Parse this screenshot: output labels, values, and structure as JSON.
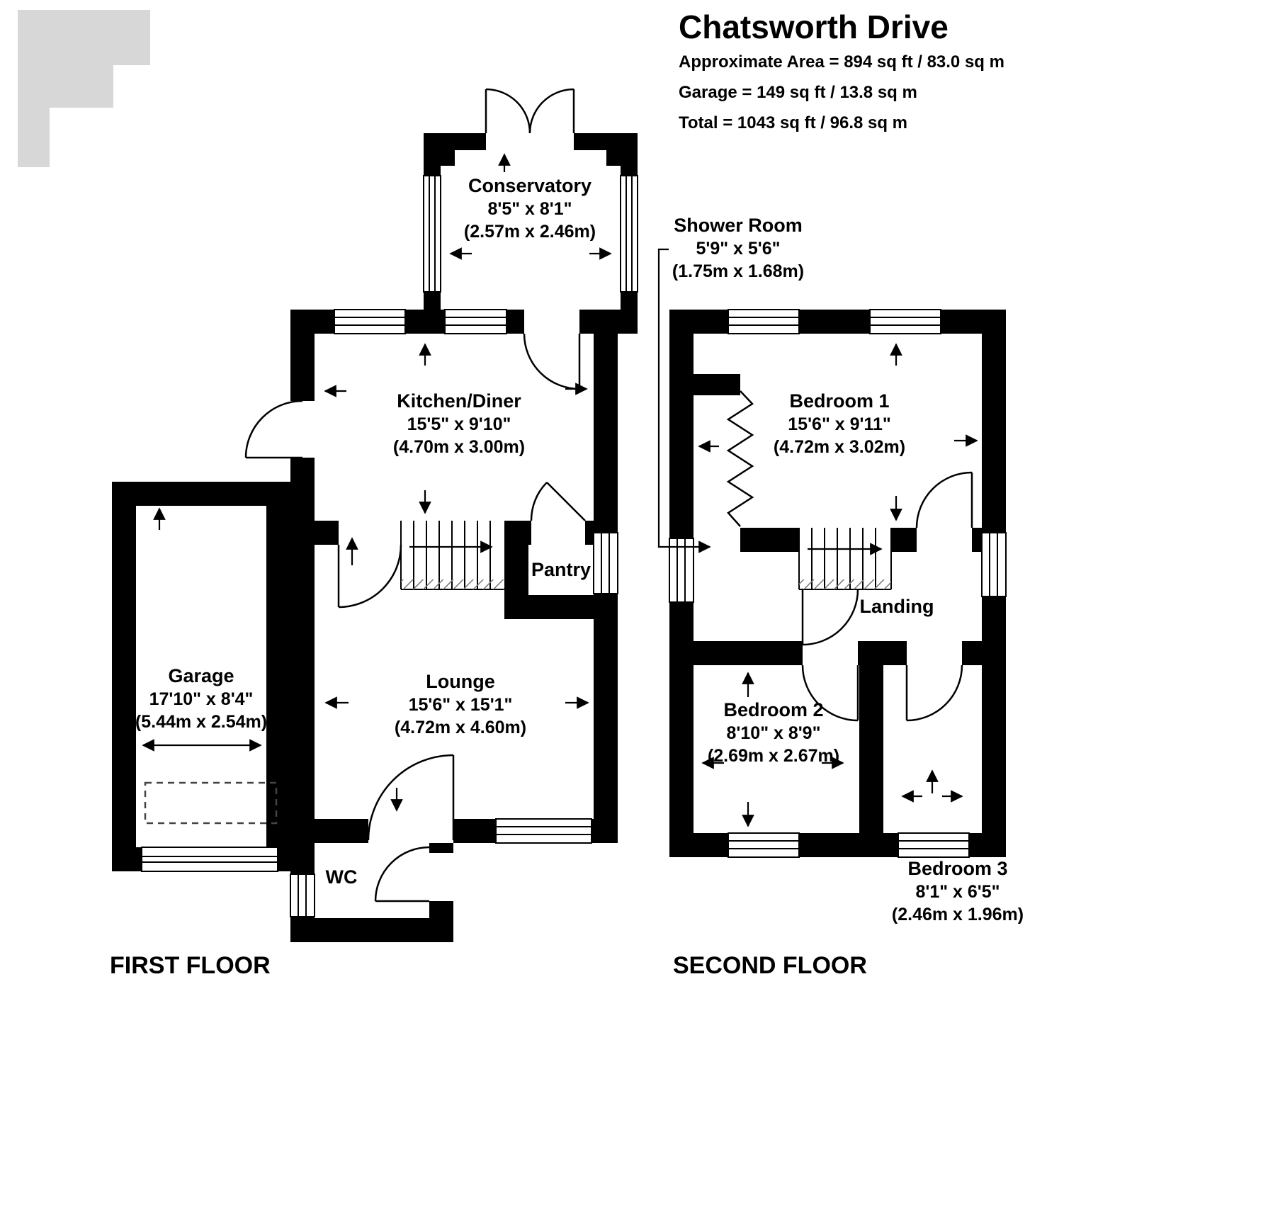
{
  "title_block": {
    "title": "Chatsworth Drive",
    "area_line": "Approximate Area = 894 sq ft / 83.0 sq m",
    "garage_line": "Garage = 149 sq ft / 13.8 sq m",
    "total_line": "Total = 1043 sq ft / 96.8 sq m"
  },
  "floor_labels": {
    "first": "FIRST FLOOR",
    "second": "SECOND FLOOR"
  },
  "rooms": {
    "conservatory": {
      "name": "Conservatory",
      "imperial": "8'5\" x 8'1\"",
      "metric": "(2.57m x 2.46m)"
    },
    "kitchen_diner": {
      "name": "Kitchen/Diner",
      "imperial": "15'5\" x 9'10\"",
      "metric": "(4.70m x 3.00m)"
    },
    "pantry": {
      "name": "Pantry"
    },
    "lounge": {
      "name": "Lounge",
      "imperial": "15'6\" x 15'1\"",
      "metric": "(4.72m x 4.60m)"
    },
    "garage": {
      "name": "Garage",
      "imperial": "17'10\" x 8'4\"",
      "metric": "(5.44m x 2.54m)"
    },
    "wc": {
      "name": "WC"
    },
    "shower_room": {
      "name": "Shower Room",
      "imperial": "5'9\" x 5'6\"",
      "metric": "(1.75m x 1.68m)"
    },
    "bedroom1": {
      "name": "Bedroom 1",
      "imperial": "15'6\" x 9'11\"",
      "metric": "(4.72m x 3.02m)"
    },
    "landing": {
      "name": "Landing"
    },
    "bedroom2": {
      "name": "Bedroom 2",
      "imperial": "8'10\" x 8'9\"",
      "metric": "(2.69m x 2.67m)"
    },
    "bedroom3": {
      "name": "Bedroom 3",
      "imperial": "8'1\" x 6'5\"",
      "metric": "(2.46m x 1.96m)"
    }
  },
  "colors": {
    "wall": "#000000",
    "background": "#ffffff",
    "artifact": "#d7d7d7",
    "hatch": "#777777"
  }
}
